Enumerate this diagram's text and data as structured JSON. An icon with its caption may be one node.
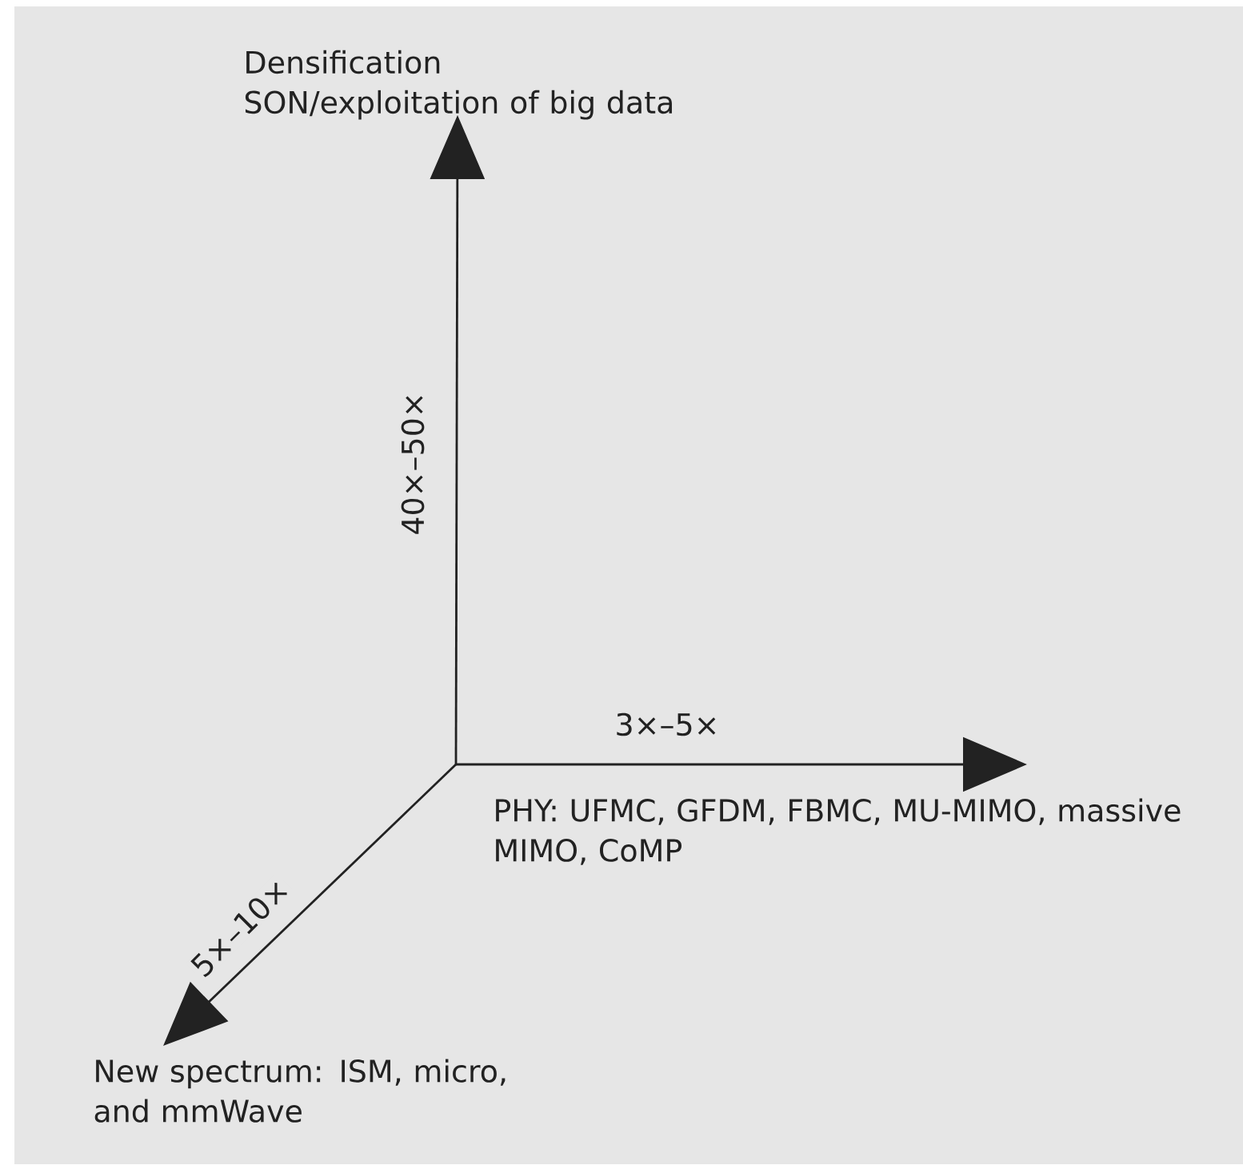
{
  "diagram": {
    "nodes": [
      {
        "text": [
          "Densification",
          "SON/exploitation of big data"
        ]
      },
      {
        "text": [
          "PHY: UFMC, GFDM, FBMC, MU-MIMO, massive MIMO, CoMP"
        ]
      },
      {
        "text": [
          "New spectrum: ISM, micro, and mmWave"
        ]
      }
    ],
    "edges": [
      {
        "from": null,
        "to": 0,
        "arrow": "to",
        "label": "40×–50×"
      },
      {
        "from": null,
        "to": 1,
        "arrow": "to",
        "label": "3×–5×"
      },
      {
        "from": null,
        "to": 2,
        "arrow": "to",
        "label": "5×–10×"
      }
    ]
  }
}
